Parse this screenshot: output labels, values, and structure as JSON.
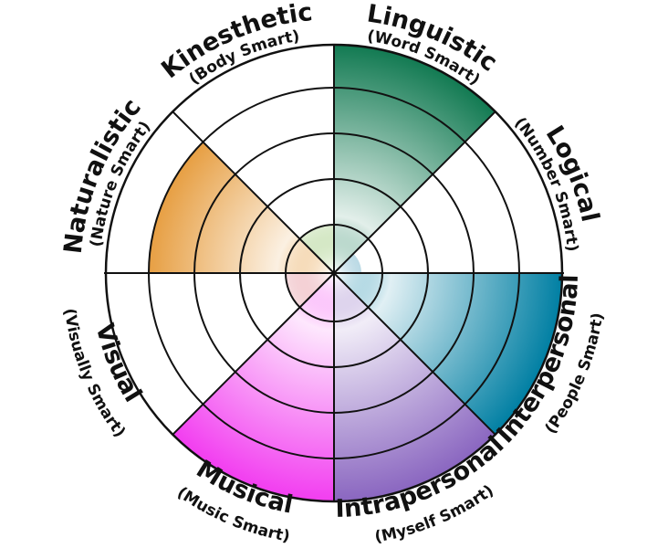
{
  "chart_data": {
    "type": "polar-area",
    "max_value": 5,
    "rings": 5,
    "grid": true,
    "categories": [
      {
        "name": "Linguistic",
        "sub": "(Word Smart)",
        "value": 5,
        "color": "#127a52"
      },
      {
        "name": "Logical",
        "sub": "(Number Smart)",
        "value": 0,
        "color": "#0a79a0"
      },
      {
        "name": "Interpersonal",
        "sub": "(People Smart)",
        "value": 5,
        "color": "#007fa3"
      },
      {
        "name": "Intrapersonal",
        "sub": "(Myself Smart)",
        "value": 5,
        "color": "#8a66c0"
      },
      {
        "name": "Musical",
        "sub": "(Music Smart)",
        "value": 5,
        "color": "#f23df0"
      },
      {
        "name": "Visual",
        "sub": "(Visually Smart)",
        "value": 0,
        "color": "#d24a5a"
      },
      {
        "name": "Naturalistic",
        "sub": "(Nature Smart)",
        "value": 4,
        "color": "#e0840e"
      },
      {
        "name": "Kinesthetic",
        "sub": "(Body Smart)",
        "value": 0,
        "color": "#5aa51e"
      }
    ]
  }
}
